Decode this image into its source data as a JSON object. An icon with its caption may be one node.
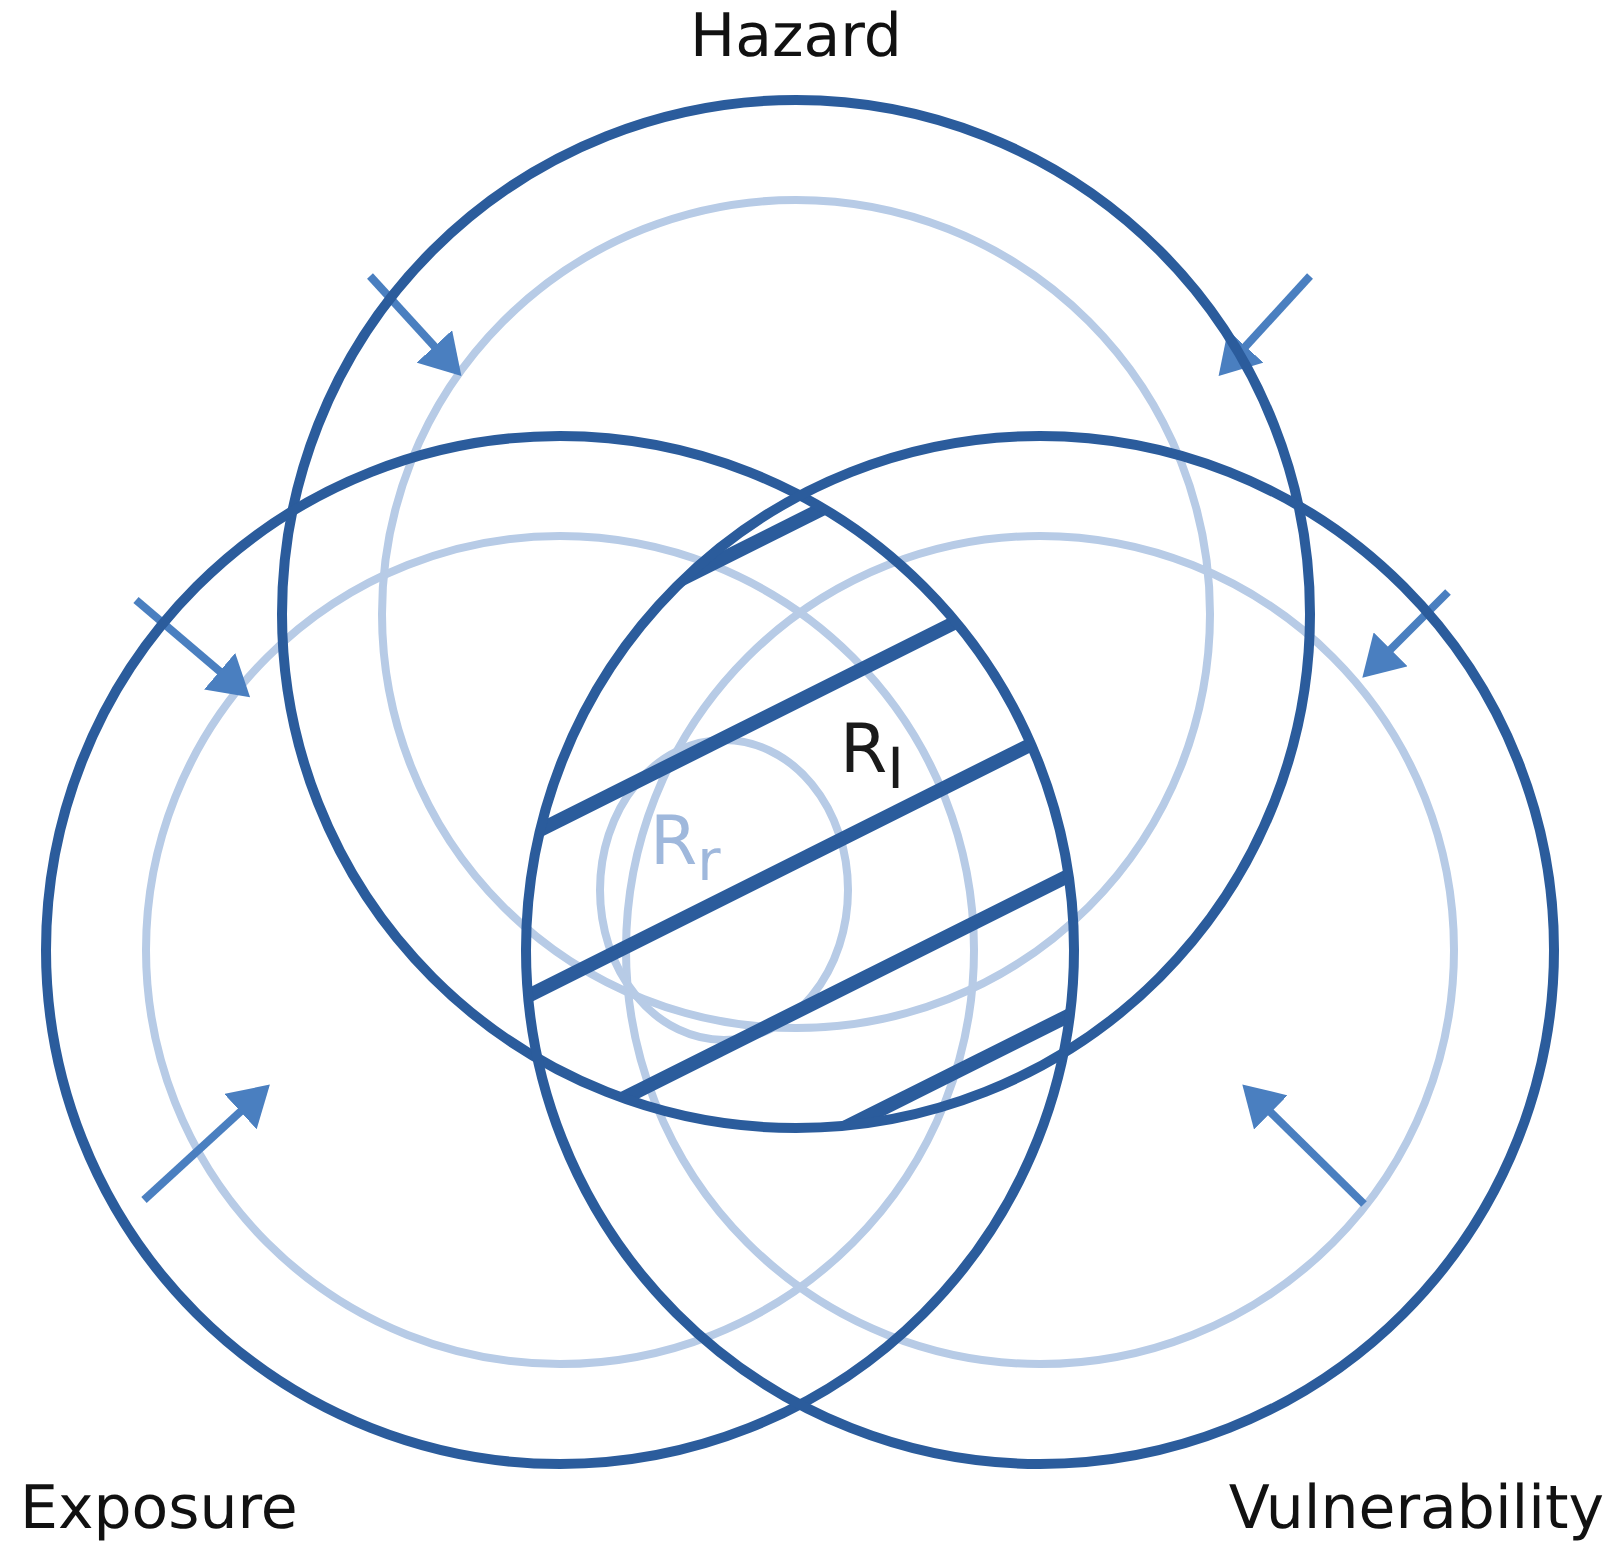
{
  "diagram": {
    "nodes": [
      {
        "text": [
          "Hazard"
        ]
      },
      {
        "text": [
          "Exposure"
        ]
      },
      {
        "text": [
          "Vulnerability"
        ]
      }
    ],
    "labels": [
      "R$_{I}$",
      "R$_{r}$"
    ]
  }
}
